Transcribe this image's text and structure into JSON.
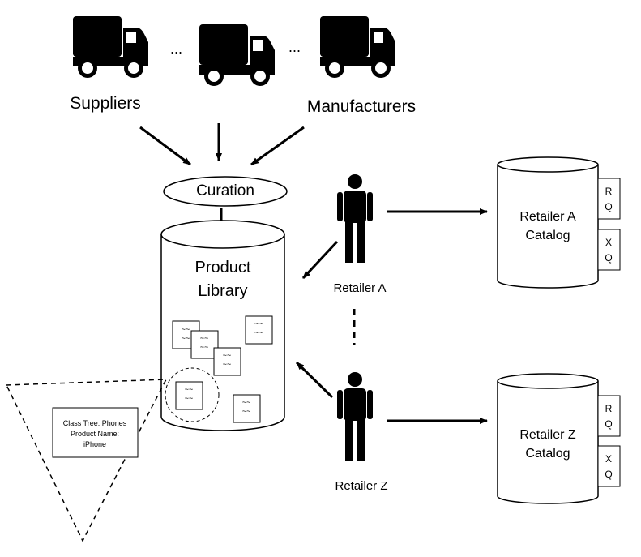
{
  "top": {
    "suppliers_label": "Suppliers",
    "manufacturers_label": "Manufacturers",
    "ellipsis_1": "...",
    "ellipsis_2": "..."
  },
  "curation": {
    "label": "Curation"
  },
  "library": {
    "title_line1": "Product",
    "title_line2": "Library",
    "doc_glyph": "~~"
  },
  "callout": {
    "line1": "Class Tree: Phones",
    "line2": "Product Name:",
    "line3": "iPhone"
  },
  "retailers": {
    "a_label": "Retailer A",
    "z_label": "Retailer Z"
  },
  "catalogs": {
    "a": {
      "line1": "Retailer A",
      "line2": "Catalog",
      "tab1": [
        "R",
        "Q"
      ],
      "tab2": [
        "X",
        "Q"
      ]
    },
    "z": {
      "line1": "Retailer Z",
      "line2": "Catalog",
      "tab1": [
        "R",
        "Q"
      ],
      "tab2": [
        "X",
        "Q"
      ]
    }
  },
  "colors": {
    "ink": "#000000",
    "background": "#ffffff"
  }
}
